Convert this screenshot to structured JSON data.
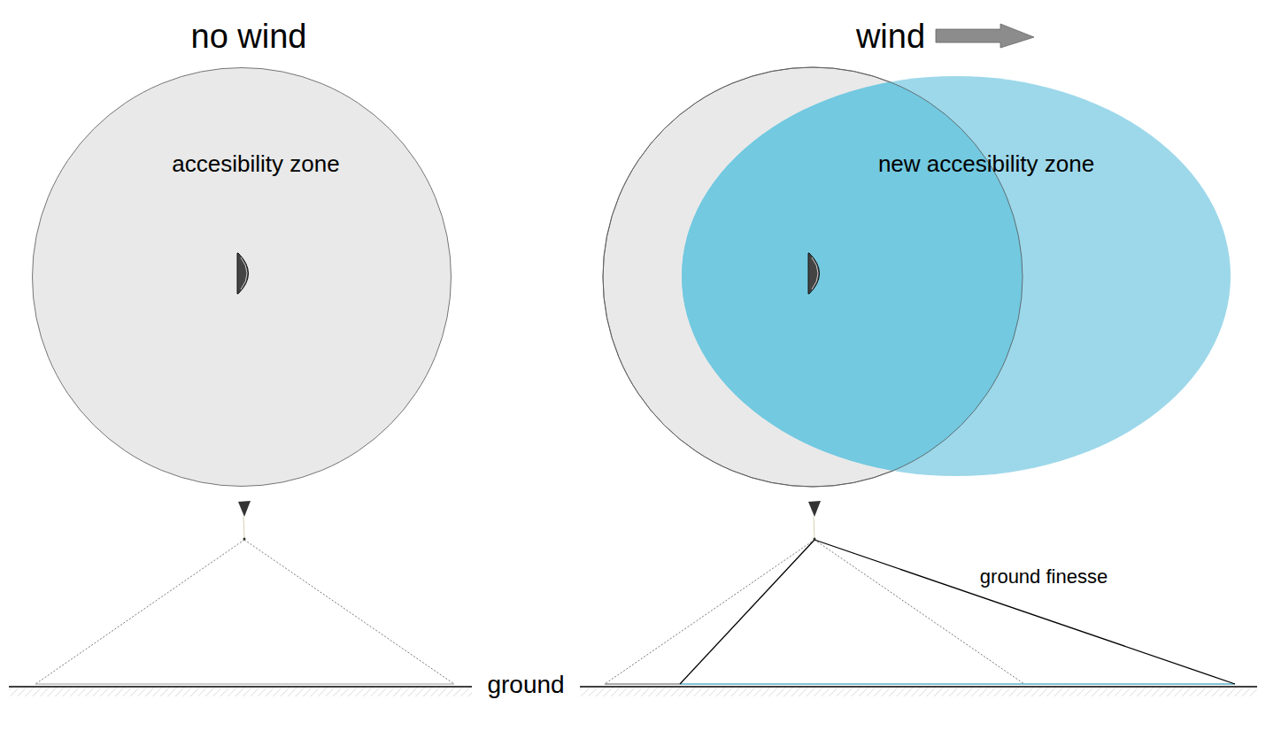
{
  "diagram": {
    "nodes": [
      {
        "text": [
          "accesibility zone"
        ]
      },
      {
        "text": [
          "new accesibility zone"
        ]
      }
    ],
    "labels": [
      "no wind",
      "wind",
      "ground finesse",
      "ground"
    ]
  }
}
